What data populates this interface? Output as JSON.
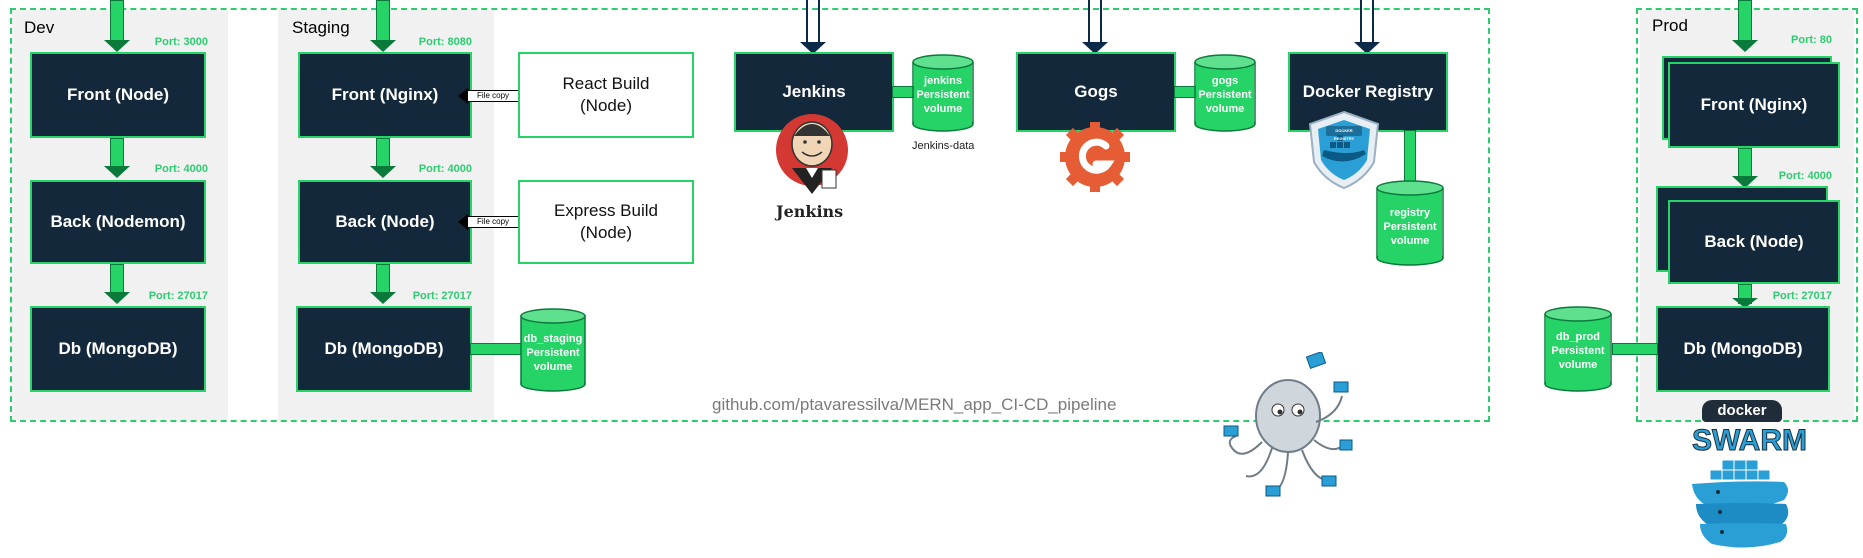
{
  "colors": {
    "accent_green": "#25d366",
    "box_navy": "#14283b",
    "port_green": "#2ecc71",
    "panel_gray": "#f1f1f1"
  },
  "groups": {
    "dev": "Dev",
    "staging": "Staging",
    "prod": "Prod"
  },
  "dev": {
    "front": "Front (Node)",
    "front_port": "Port: 3000",
    "back": "Back (Nodemon)",
    "back_port": "Port: 4000",
    "db": "Db (MongoDB)",
    "db_port": "Port: 27017"
  },
  "staging": {
    "front": "Front (Nginx)",
    "front_port": "Port: 8080",
    "back": "Back (Node)",
    "back_port": "Port: 4000",
    "db": "Db (MongoDB)",
    "db_port": "Port: 27017",
    "react_build": "React Build\n(Node)",
    "express_build": "Express Build\n(Node)",
    "file_copy_1": "File copy",
    "file_copy_2": "File copy",
    "db_volume": "db_staging\nPersistent\nvolume"
  },
  "tools": {
    "jenkins": "Jenkins",
    "jenkins_volume": "jenkins\nPersistent\nvolume",
    "jenkins_data": "Jenkins-data",
    "jenkins_logo_text": "Jenkins",
    "gogs": "Gogs",
    "gogs_volume": "gogs\nPersistent\nvolume",
    "docker_registry": "Docker Registry",
    "registry_volume": "registry\nPersistent\nvolume"
  },
  "repo_link": "github.com/ptavaressilva/MERN_app_CI-CD_pipeline",
  "prod": {
    "front": "Front (Nginx)",
    "front_port": "Port: 80",
    "back": "Back (Node)",
    "back_port": "Port: 4000",
    "db": "Db (MongoDB)",
    "db_port": "Port: 27017",
    "db_volume": "db_prod\nPersistent\nvolume"
  },
  "logos": {
    "swarm_top": "docker",
    "swarm_word": "SWARM",
    "registry_badge": "DOCKER REGISTRY"
  }
}
